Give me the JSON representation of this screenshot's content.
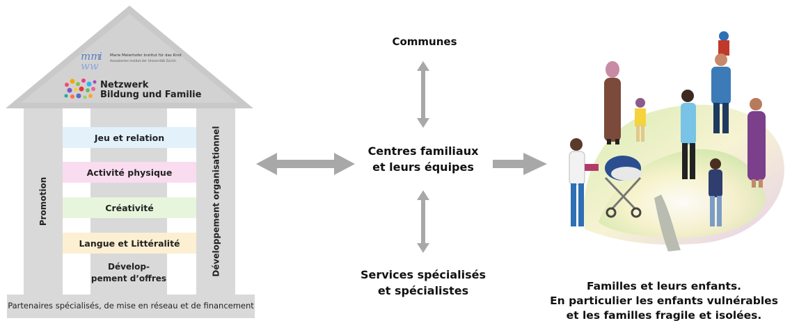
{
  "house": {
    "institute_line1": "Marie Meierhofer Institut für das Kind",
    "institute_line2": "Assoziiertes Institut der Universität Zürich",
    "network_line1": "Netzwerk",
    "network_line2": "Bildung und Familie",
    "pillar_left": "Promotion",
    "pillar_right": "Développement organisationnel",
    "stripes": [
      {
        "label": "Jeu et relation",
        "color": "#e3f1fb"
      },
      {
        "label": "Activité physique",
        "color": "#f9dcf0"
      },
      {
        "label": "Créativité",
        "color": "#e7f5dc"
      },
      {
        "label": "Langue et Littéralité",
        "color": "#fcefd2"
      }
    ],
    "offer_line1": "Dévelop-",
    "offer_line2": "pement d’offres",
    "base": "Partenaires spécialisés, de mise en réseau et de financement"
  },
  "center": {
    "top": "Communes",
    "main_line1": "Centres familiaux",
    "main_line2": "et leurs équipes",
    "bottom_line1": "Services spécialisés",
    "bottom_line2": "et spécialistes"
  },
  "families": {
    "line1": "Familles et leurs enfants.",
    "line2": "En particulier les enfants vulnérables",
    "line3": "et les familles fragile et isolées."
  }
}
